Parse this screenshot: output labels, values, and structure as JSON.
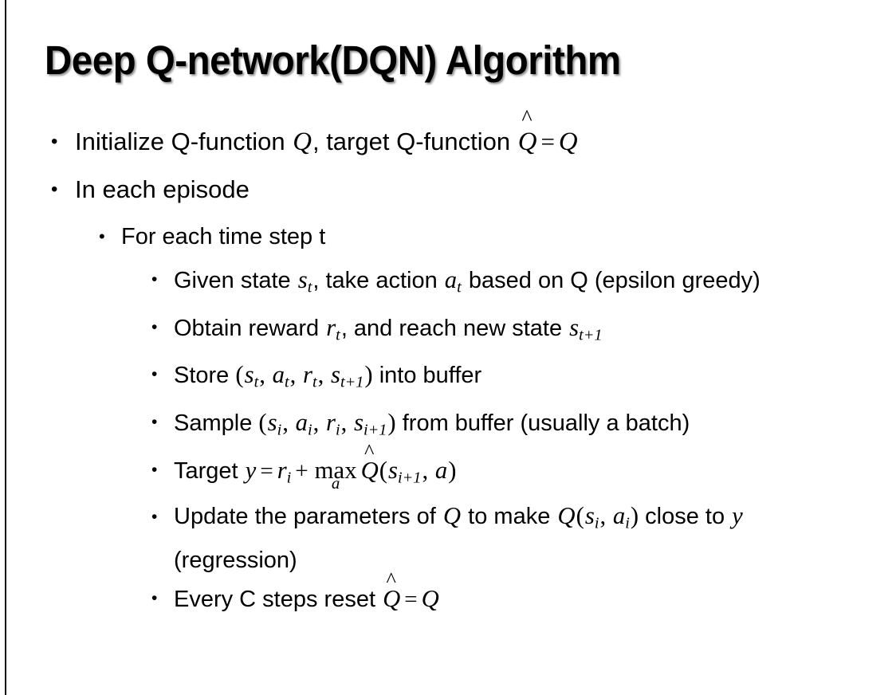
{
  "slide": {
    "title": "Deep Q-network(DQN) Algorithm",
    "background_color": "#ffffff",
    "text_color": "#000000",
    "edge_rule_color": "#111111",
    "bullet_glyph": "•"
  },
  "content": {
    "b1": {
      "level": 1,
      "pre": "Initialize Q-function ",
      "var_q1": "Q",
      "mid": ", target Q-function ",
      "qhat": "Q",
      "hat_mark": "^",
      "equals": "=",
      "var_q2": "Q"
    },
    "b2": {
      "level": 1,
      "text": "In each episode"
    },
    "b3": {
      "level": 2,
      "text": "For each time step t"
    },
    "b4": {
      "level": 3,
      "pre": "Given state ",
      "var_s": "s",
      "sub_s": "t",
      "mid": ", take action ",
      "var_a": "a",
      "sub_a": "t",
      "post": " based on Q (epsilon greedy)"
    },
    "b5": {
      "level": 3,
      "pre": "Obtain reward ",
      "var_r": "r",
      "sub_r": "t",
      "mid": ", and reach new state ",
      "var_s": "s",
      "sub_s": "t+1"
    },
    "b6": {
      "level": 3,
      "pre": "Store ",
      "open": "(",
      "var_s1": "s",
      "sub_s1": "t",
      "c1": ", ",
      "var_a": "a",
      "sub_a": "t",
      "c2": ", ",
      "var_r": "r",
      "sub_r": "t",
      "c3": ", ",
      "var_s2": "s",
      "sub_s2": "t+1",
      "close": ")",
      "post": " into buffer"
    },
    "b7": {
      "level": 3,
      "pre": "Sample ",
      "open": "(",
      "var_s1": "s",
      "sub_s1": "i",
      "c1": ", ",
      "var_a": "a",
      "sub_a": "i",
      "c2": ", ",
      "var_r": "r",
      "sub_r": "i",
      "c3": ", ",
      "var_s2": "s",
      "sub_s2": "i+1",
      "close": ")",
      "post": " from buffer (usually a batch)"
    },
    "b8": {
      "level": 3,
      "pre": "Target ",
      "var_y": "y",
      "equals": "=",
      "var_r": "r",
      "sub_r": "i",
      "plus": "+",
      "max_op": "max",
      "max_limit": "a",
      "qhat": "Q",
      "hat_mark": "^",
      "open": "(",
      "var_s": "s",
      "sub_s": "i+1",
      "comma": ", ",
      "var_a": "a",
      "close": ")"
    },
    "b9": {
      "level": 3,
      "pre": "Update the parameters of ",
      "var_q1": "Q",
      "mid": " to make ",
      "var_q2": "Q",
      "open": "(",
      "var_s": "s",
      "sub_s": "i",
      "comma": ", ",
      "var_a": "a",
      "sub_a": "i",
      "close": ")",
      "post": " close to ",
      "var_y": "y",
      "tail": " (regression)"
    },
    "b10": {
      "level": 3,
      "pre": "Every C steps reset ",
      "qhat": "Q",
      "hat_mark": "^",
      "equals": "=",
      "var_q": "Q"
    }
  }
}
